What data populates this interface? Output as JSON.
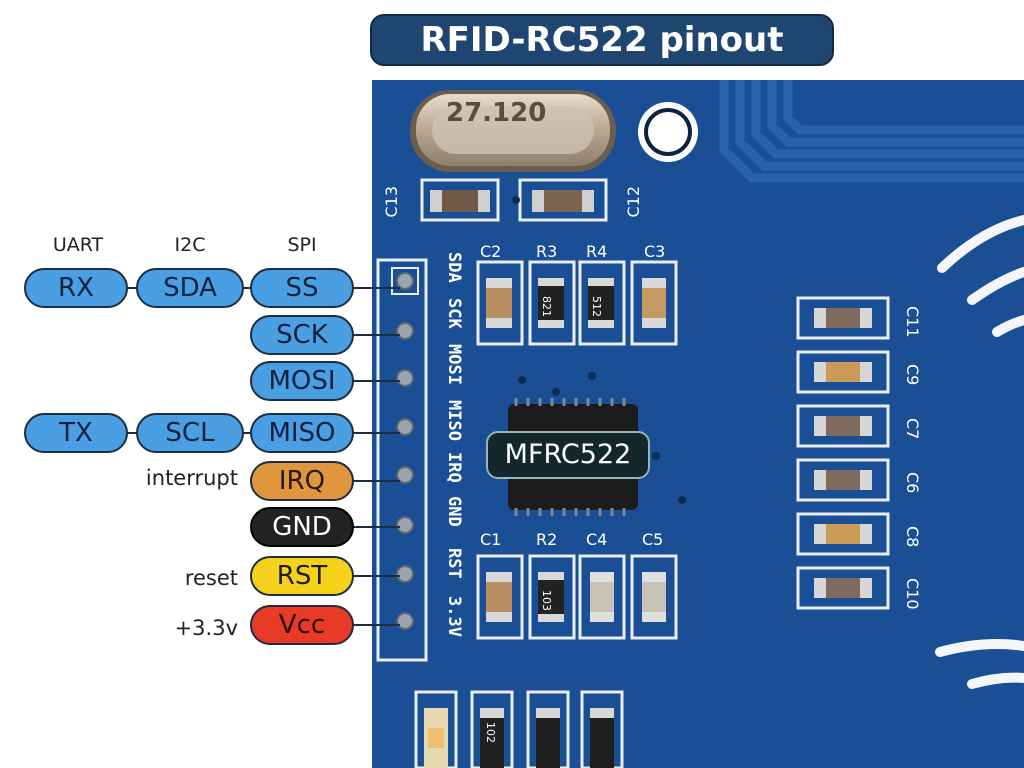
{
  "title": "RFID-RC522 pinout",
  "columns": {
    "uart": "UART",
    "i2c": "I2C",
    "spi": "SPI"
  },
  "pins": [
    {
      "spi": "SS",
      "i2c": "SDA",
      "uart": "RX",
      "board_label": "SDA"
    },
    {
      "spi": "SCK",
      "board_label": "SCK"
    },
    {
      "spi": "MOSI",
      "board_label": "MOSI"
    },
    {
      "spi": "MISO",
      "i2c": "SCL",
      "uart": "TX",
      "board_label": "MISO"
    },
    {
      "spi": "IRQ",
      "note": "interrupt",
      "board_label": "IRQ"
    },
    {
      "spi": "GND",
      "board_label": "GND"
    },
    {
      "spi": "RST",
      "note": "reset",
      "board_label": "RST"
    },
    {
      "spi": "Vcc",
      "note": "+3.3v",
      "board_label": "3.3V"
    }
  ],
  "chip": "MFRC522",
  "crystal_marking": "27.120",
  "components": {
    "c13": "C13",
    "c12": "C12",
    "c2": "C2",
    "r3": "R3",
    "r4": "R4",
    "c3": "C3",
    "c1": "C1",
    "r2": "R2",
    "c4": "C4",
    "c5": "C5",
    "c11": "C11",
    "c9": "C9",
    "c7": "C7",
    "c6": "C6",
    "c8": "C8",
    "c10": "C10",
    "r3_code": "821",
    "r4_code": "512",
    "r2_code": "103",
    "bottom_code": "102"
  },
  "colors": {
    "spi": "#4a9ee2",
    "irq": "#e0963e",
    "gnd": "#232323",
    "rst": "#f5d21a",
    "vcc": "#e93a28",
    "board": "#1b4f95"
  }
}
